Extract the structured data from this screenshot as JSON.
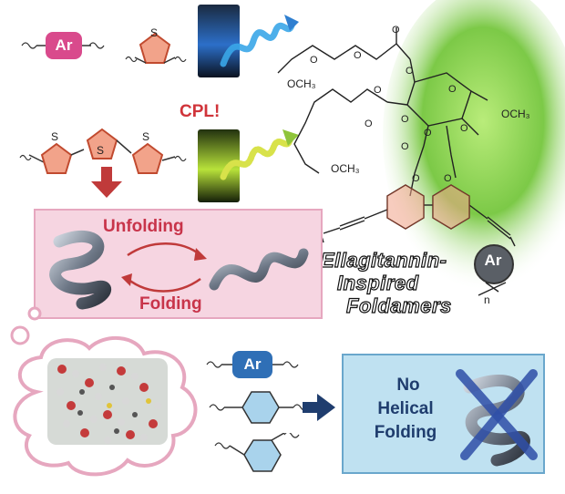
{
  "top_left": {
    "ar_tag": "Ar",
    "thiophene_s": "S",
    "terthiophene_s": [
      "S",
      "S",
      "S"
    ]
  },
  "cpl_label": "CPL!",
  "structure": {
    "methoxy_1": "OCH₃",
    "methoxy_2": "OCH₃",
    "methoxy_3": "OCH₃",
    "n_label": "n",
    "ar_tag": "Ar",
    "o_labels": [
      "O",
      "O",
      "O",
      "O",
      "O",
      "O",
      "O",
      "O",
      "O",
      "O",
      "O",
      "O",
      "O"
    ]
  },
  "title_lines": [
    "Ellagitannin-",
    "Inspired",
    "Foldamers"
  ],
  "folding_box": {
    "unfolding": "Unfolding",
    "folding": "Folding"
  },
  "bottom": {
    "ar_tag": "Ar",
    "no_helical": [
      "No",
      "Helical",
      "Folding"
    ]
  },
  "colors": {
    "ar_pink": "#d94a8c",
    "ar_blue": "#2f6fb6",
    "arrow_red": "#c03a3a",
    "arrow_navy": "#1f3d6e",
    "pink_box": "#f6d5e1",
    "blue_box": "#bfe1f1",
    "green_glow": "#8fd14f"
  }
}
